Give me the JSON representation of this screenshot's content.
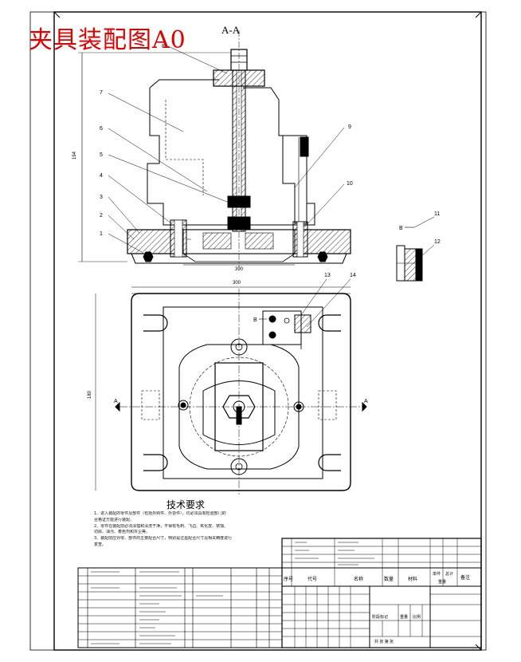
{
  "watermark": "夹具装配图A0",
  "section_title": "A-A",
  "tech_title": "技术要求",
  "tech_notes": [
    "1、进入装配的零件及部件（包括外购件、外协件），均必须具有检验部门的",
    "合格证方能进行装配。",
    "2、零件在装配前必须清理和清洗干净，不得有毛刺、飞边、氧化皮、锈蚀、",
    "切屑、油污、着色剂和灰尘等。",
    "3、装配前应对零、部件的主要配合尺寸，特别是过盈配合尺寸及相关精度进行",
    "复查。"
  ],
  "dimensions": {
    "height": "194",
    "base": "390",
    "width": "300",
    "depth": "180"
  },
  "part_numbers": [
    "1",
    "2",
    "3",
    "4",
    "5",
    "6",
    "7",
    "8",
    "9",
    "10",
    "11",
    "12",
    "13",
    "14"
  ],
  "view_markers": {
    "a_left": "A",
    "a_right": "A",
    "b_main": "B",
    "b_detail": "B"
  },
  "title_block": {
    "headers": {
      "seq": "序号",
      "code": "代号",
      "name": "名称",
      "qty": "数量",
      "material": "材料",
      "unit_weight": "单件",
      "total_weight": "总计",
      "remark": "备注",
      "weight": "重量"
    },
    "labels": {
      "stage": "阶段标记",
      "weight": "重量",
      "scale": "比例",
      "sheets": "共 张 第 张"
    }
  }
}
